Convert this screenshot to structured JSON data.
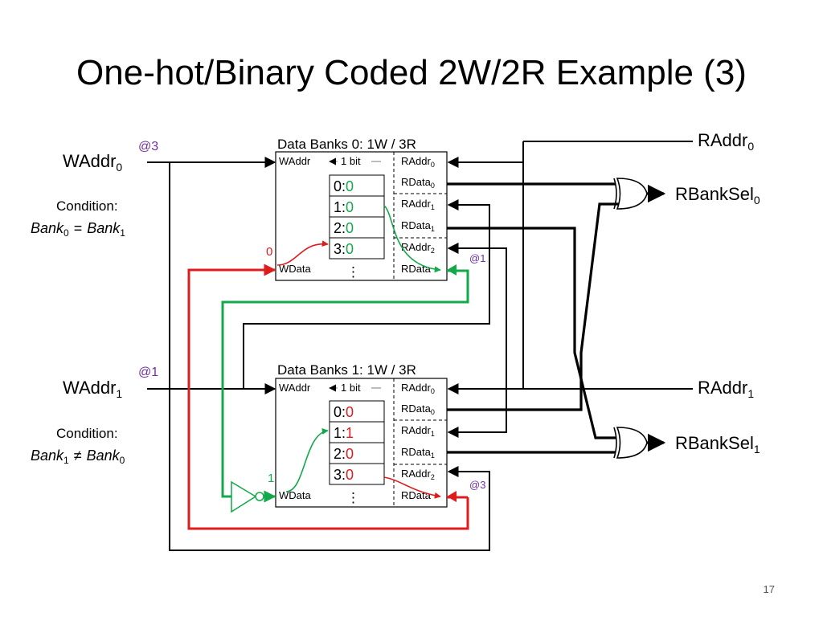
{
  "title": "One-hot/Binary Coded 2W/2R Example (3)",
  "page_number": "17",
  "colors": {
    "red": "#e01b1b",
    "green": "#13a84a",
    "purple": "#7030a0",
    "black": "#000000"
  },
  "annotations": {
    "at3_top": "@3",
    "at1_top_right": "@1",
    "at1_bottom": "@1",
    "at3_bottom_right": "@3"
  },
  "inputs": {
    "waddr0": {
      "base": "WAddr",
      "sub": "0"
    },
    "waddr1": {
      "base": "WAddr",
      "sub": "1"
    }
  },
  "conditions": {
    "label": "Condition:",
    "cond0": {
      "lhs": "Bank",
      "lhs_sub": "0",
      "op": "=",
      "rhs": "Bank",
      "rhs_sub": "1"
    },
    "cond1": {
      "lhs": "Bank",
      "lhs_sub": "1",
      "op": "≠",
      "rhs": "Bank",
      "rhs_sub": "0"
    }
  },
  "bank0": {
    "title": "Data Banks 0: 1W / 3R",
    "waddr": "WAddr",
    "wdata": "WData",
    "bit_label": "1 bit",
    "ports": [
      {
        "base": "RAddr",
        "sub": "0"
      },
      {
        "base": "RData",
        "sub": "0"
      },
      {
        "base": "RAddr",
        "sub": "1"
      },
      {
        "base": "RData",
        "sub": "1"
      },
      {
        "base": "RAddr",
        "sub": "2"
      },
      {
        "base": "RData",
        "sub": ""
      }
    ],
    "cells": [
      {
        "idx": "0:",
        "val": "0",
        "color": "green"
      },
      {
        "idx": "1:",
        "val": "0",
        "color": "green"
      },
      {
        "idx": "2:",
        "val": "0",
        "color": "green"
      },
      {
        "idx": "3:",
        "val": "0",
        "color": "green"
      }
    ],
    "ellipsis": "⋮",
    "write_value": "0"
  },
  "bank1": {
    "title": "Data Banks 1: 1W / 3R",
    "waddr": "WAddr",
    "wdata": "WData",
    "bit_label": "1 bit",
    "ports": [
      {
        "base": "RAddr",
        "sub": "0"
      },
      {
        "base": "RData",
        "sub": "0"
      },
      {
        "base": "RAddr",
        "sub": "1"
      },
      {
        "base": "RData",
        "sub": "1"
      },
      {
        "base": "RAddr",
        "sub": "2"
      },
      {
        "base": "RData",
        "sub": ""
      }
    ],
    "cells": [
      {
        "idx": "0:",
        "val": "0",
        "color": "red"
      },
      {
        "idx": "1:",
        "val": "1",
        "color": "red"
      },
      {
        "idx": "2:",
        "val": "0",
        "color": "red"
      },
      {
        "idx": "3:",
        "val": "0",
        "color": "red"
      }
    ],
    "ellipsis": "⋮",
    "write_value": "1"
  },
  "outputs": {
    "raddr0": {
      "base": "RAddr",
      "sub": "0"
    },
    "raddr1": {
      "base": "RAddr",
      "sub": "1"
    },
    "rbanksel0": {
      "base": "RBankSel",
      "sub": "0"
    },
    "rbanksel1": {
      "base": "RBankSel",
      "sub": "1"
    }
  }
}
